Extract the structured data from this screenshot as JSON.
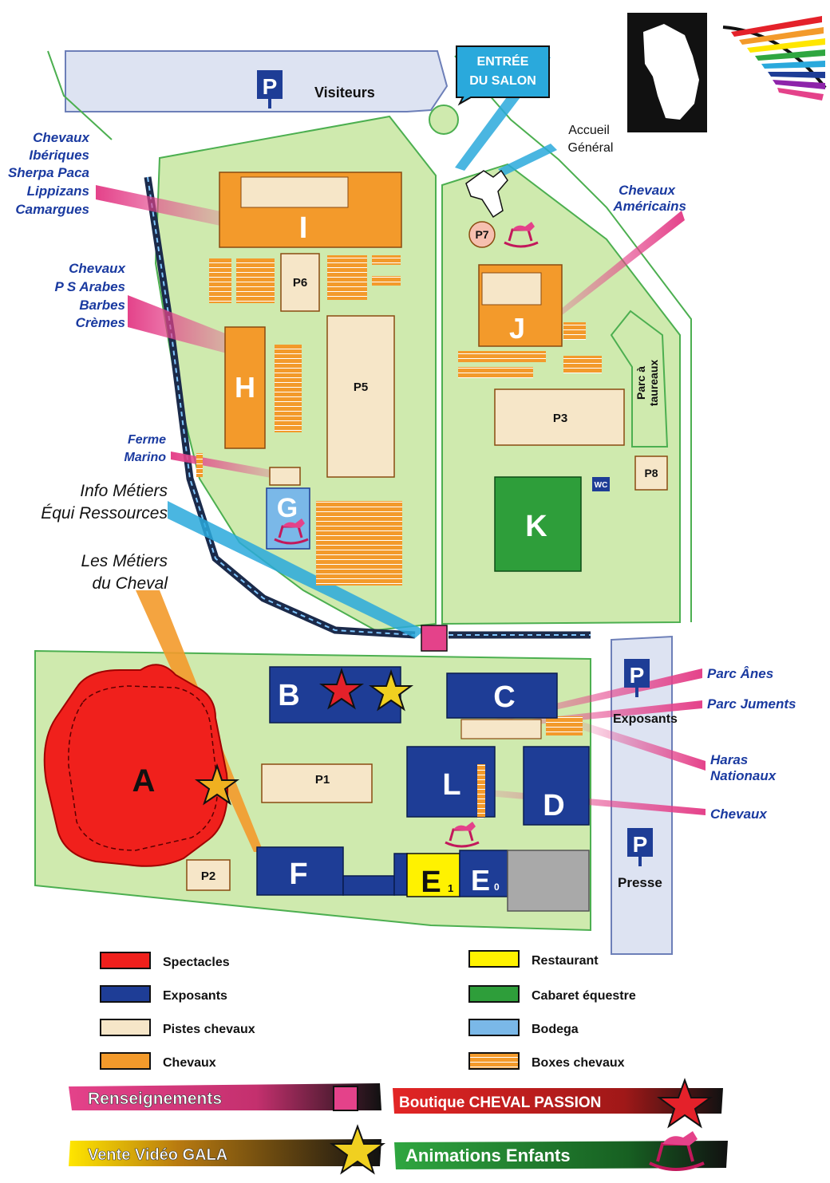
{
  "colors": {
    "grass": "#cfeaae",
    "grass_border": "#4caf50",
    "spectacles": "#f0201c",
    "exposants": "#1e3d96",
    "pistes": "#f6e6c8",
    "chevaux": "#f39a2b",
    "restaurant": "#fff200",
    "cabaret": "#2e9e3a",
    "bodega": "#7ab8e8",
    "road": "#dde3f2",
    "label_blue": "#1a3aa0",
    "pink": "#e4428a",
    "info_blue": "#2aa9dc"
  },
  "parking": {
    "visiteurs": "Visiteurs",
    "exposants": "Exposants",
    "presse": "Presse",
    "symbol": "P"
  },
  "entrance": {
    "line1": "ENTRÉE",
    "line2": "DU SALON"
  },
  "accueil": {
    "line1": "Accueil",
    "line2": "Général"
  },
  "callouts": {
    "iberiques": [
      "Chevaux",
      "Ibériques",
      "Sherpa Paca",
      "Lippizans",
      "Camargues"
    ],
    "arabes": [
      "Chevaux",
      "P S Arabes",
      "Barbes",
      "Crèmes"
    ],
    "ferme": [
      "Ferme",
      "Marino"
    ],
    "info": [
      "Info Métiers",
      "Équi Ressources"
    ],
    "metiers": [
      "Les Métiers",
      "du Cheval"
    ],
    "americains": [
      "Chevaux",
      "Américains"
    ],
    "anes": "Parc Ânes",
    "juments": "Parc Juments",
    "haras": [
      "Haras",
      "Nationaux"
    ],
    "chevaux": "Chevaux"
  },
  "halls": {
    "A": "A",
    "B": "B",
    "C": "C",
    "D": "D",
    "E1": "E",
    "E1_sub": "1",
    "E0": "E",
    "E0_sub": "0",
    "F": "F",
    "G": "G",
    "H": "H",
    "I": "I",
    "J": "J",
    "K": "K",
    "L": "L"
  },
  "pistes": {
    "P1": "P1",
    "P2": "P2",
    "P3": "P3",
    "P5": "P5",
    "P6": "P6",
    "P7": "P7",
    "P8": "P8"
  },
  "parc_taureaux": [
    "Parc à",
    "taureaux"
  ],
  "wc": "WC",
  "legend": {
    "left": [
      {
        "label": "Spectacles",
        "color": "#f0201c"
      },
      {
        "label": "Exposants",
        "color": "#1e3d96"
      },
      {
        "label": "Pistes chevaux",
        "color": "#f6e6c8"
      },
      {
        "label": "Chevaux",
        "color": "#f39a2b"
      }
    ],
    "right": [
      {
        "label": "Restaurant",
        "color": "#fff200"
      },
      {
        "label": "Cabaret équestre",
        "color": "#2e9e3a"
      },
      {
        "label": "Bodega",
        "color": "#7ab8e8"
      },
      {
        "label": "Boxes chevaux",
        "color": "#f39a2b"
      }
    ]
  },
  "banners": {
    "renseignements": "Renseignements",
    "boutique": "Boutique CHEVAL PASSION",
    "video": "Vente Vidéo GALA",
    "animations": "Animations  Enfants"
  }
}
